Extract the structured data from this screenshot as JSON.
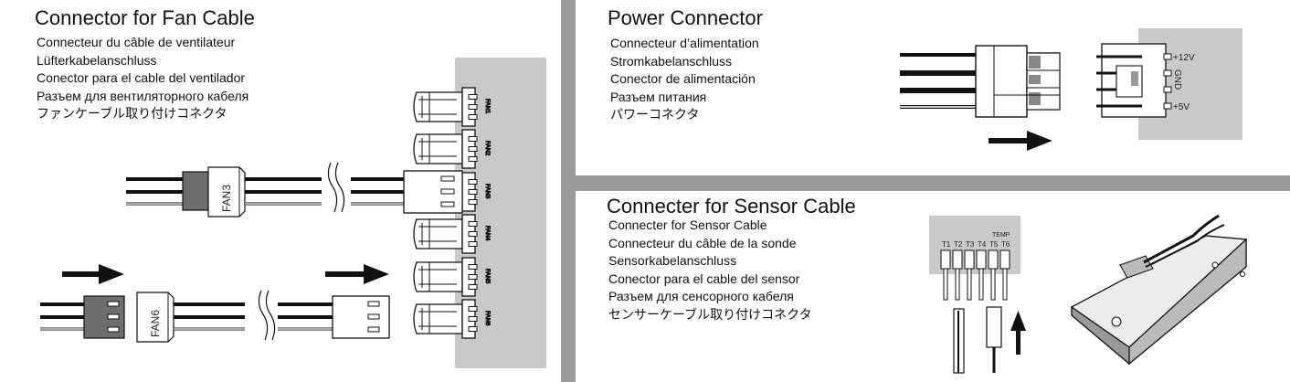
{
  "fan_section": {
    "title": "Connector for Fan Cable",
    "lines": [
      "Connecteur du câble de ventilateur",
      "Lüfterkabelanschluss",
      "Conector para el cable del ventilador",
      "Разъем для вентиляторного кабеля",
      "ファンケーブル取り付けコネクタ"
    ],
    "header_labels": [
      "FAN1",
      "FAN2",
      "FAN3",
      "FAN4",
      "FAN5",
      "FAN6"
    ],
    "plug_label_upper": "FAN3",
    "plug_label_lower": "FAN6"
  },
  "power_section": {
    "title": "Power Connector",
    "lines": [
      "Connecteur d’alimentation",
      "Stromkabelanschluss",
      "Conector de alimentación",
      "Разъем питания",
      "パワーコネクタ"
    ],
    "pin_labels": {
      "v12": "+12V",
      "gnd": "GND",
      "v5": "+5V"
    }
  },
  "sensor_section": {
    "title": "Connecter for Sensor Cable",
    "lines": [
      "Connecter for Sensor Cable",
      "Connecteur du câble de la sonde",
      "Sensorkabelanschluss",
      "Conector para el cable del sensor",
      "Разъем для сенсорного кабеля",
      "センサーケーブル取り付けコネクタ"
    ],
    "header_label": "TEMP",
    "pin_labels": [
      "T1",
      "T2",
      "T3",
      "T4",
      "T5",
      "T6"
    ]
  },
  "colors": {
    "divider": "#9a9a9a",
    "panel": "#c9c9c9",
    "ink": "#111111",
    "dark_sleeve": "#6e6e6e"
  }
}
